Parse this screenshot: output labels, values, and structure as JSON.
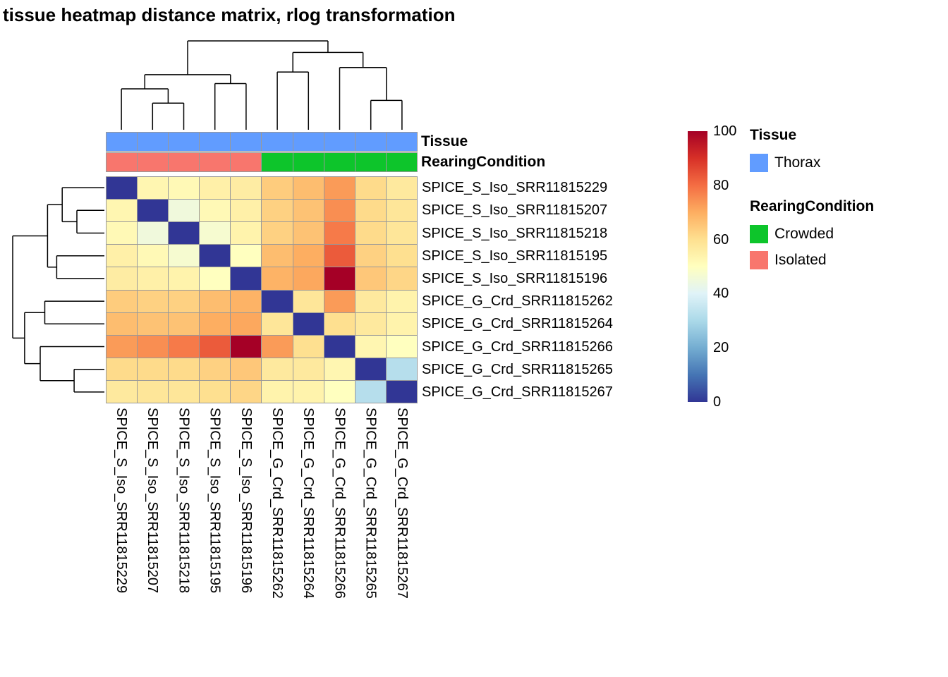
{
  "title": "tissue heatmap distance matrix, rlog transformation",
  "chart_data": {
    "type": "heatmap",
    "title": "tissue heatmap distance matrix, rlog transformation",
    "row_labels": [
      "SPICE_S_Iso_SRR11815229",
      "SPICE_S_Iso_SRR11815207",
      "SPICE_S_Iso_SRR11815218",
      "SPICE_S_Iso_SRR11815195",
      "SPICE_S_Iso_SRR11815196",
      "SPICE_G_Crd_SRR11815262",
      "SPICE_G_Crd_SRR11815264",
      "SPICE_G_Crd_SRR11815266",
      "SPICE_G_Crd_SRR11815265",
      "SPICE_G_Crd_SRR11815267"
    ],
    "col_labels": [
      "SPICE_S_Iso_SRR11815229",
      "SPICE_S_Iso_SRR11815207",
      "SPICE_S_Iso_SRR11815218",
      "SPICE_S_Iso_SRR11815195",
      "SPICE_S_Iso_SRR11815196",
      "SPICE_G_Crd_SRR11815262",
      "SPICE_G_Crd_SRR11815264",
      "SPICE_G_Crd_SRR11815266",
      "SPICE_G_Crd_SRR11815265",
      "SPICE_G_Crd_SRR11815267"
    ],
    "matrix": [
      [
        0,
        53,
        52,
        55,
        56,
        64,
        67,
        73,
        61,
        57
      ],
      [
        53,
        0,
        45,
        52,
        55,
        63,
        66,
        75,
        61,
        58
      ],
      [
        52,
        45,
        0,
        47,
        54,
        63,
        66,
        78,
        61,
        58
      ],
      [
        55,
        52,
        47,
        0,
        50,
        67,
        70,
        83,
        63,
        60
      ],
      [
        56,
        55,
        54,
        50,
        0,
        69,
        71,
        100,
        65,
        62
      ],
      [
        64,
        63,
        63,
        67,
        69,
        0,
        58,
        73,
        57,
        54
      ],
      [
        67,
        66,
        66,
        70,
        71,
        58,
        0,
        60,
        57,
        54
      ],
      [
        73,
        75,
        78,
        83,
        100,
        73,
        60,
        0,
        53,
        50
      ],
      [
        61,
        61,
        61,
        63,
        65,
        57,
        57,
        53,
        0,
        32
      ],
      [
        57,
        58,
        58,
        60,
        62,
        54,
        54,
        50,
        32,
        0
      ]
    ],
    "color_scale": {
      "min": 0,
      "max": 100,
      "stops": [
        {
          "v": 0,
          "c": "#313695"
        },
        {
          "v": 10,
          "c": "#4575B4"
        },
        {
          "v": 20,
          "c": "#74ADD1"
        },
        {
          "v": 30,
          "c": "#ABD9E9"
        },
        {
          "v": 40,
          "c": "#E0F3F8"
        },
        {
          "v": 50,
          "c": "#FFFFBF"
        },
        {
          "v": 60,
          "c": "#FEE090"
        },
        {
          "v": 70,
          "c": "#FDAE61"
        },
        {
          "v": 80,
          "c": "#F46D43"
        },
        {
          "v": 90,
          "c": "#D73027"
        },
        {
          "v": 100,
          "c": "#A50026"
        }
      ]
    },
    "colorbar_ticks": [
      0,
      20,
      40,
      60,
      80,
      100
    ],
    "annotations": {
      "tissue": {
        "label": "Tissue",
        "values": [
          "Thorax",
          "Thorax",
          "Thorax",
          "Thorax",
          "Thorax",
          "Thorax",
          "Thorax",
          "Thorax",
          "Thorax",
          "Thorax"
        ]
      },
      "rearing": {
        "label": "RearingCondition",
        "values": [
          "Isolated",
          "Isolated",
          "Isolated",
          "Isolated",
          "Isolated",
          "Crowded",
          "Crowded",
          "Crowded",
          "Crowded",
          "Crowded"
        ]
      }
    },
    "annotation_colors": {
      "Thorax": "#619CFF",
      "Crowded": "#0DC52B",
      "Isolated": "#F8766D"
    },
    "legend": {
      "position": "right",
      "tissue": {
        "title": "Tissue",
        "items": [
          {
            "label": "Thorax",
            "color": "#619CFF"
          }
        ]
      },
      "rearing": {
        "title": "RearingCondition",
        "items": [
          {
            "label": "Crowded",
            "color": "#0DC52B"
          },
          {
            "label": "Isolated",
            "color": "#F8766D"
          }
        ]
      }
    },
    "grid_border_color": "#999999",
    "col_dendrogram": {
      "h": 1.0,
      "c": [
        {
          "h": 0.62,
          "c": [
            {
              "h": 0.46,
              "c": [
                {
                  "leaf": 0
                },
                {
                  "h": 0.3,
                  "c": [
                    {
                      "leaf": 1
                    },
                    {
                      "leaf": 2
                    }
                  ]
                }
              ]
            },
            {
              "h": 0.52,
              "c": [
                {
                  "leaf": 3
                },
                {
                  "leaf": 4
                }
              ]
            }
          ]
        },
        {
          "h": 0.87,
          "c": [
            {
              "h": 0.65,
              "c": [
                {
                  "leaf": 5
                },
                {
                  "leaf": 6
                }
              ]
            },
            {
              "h": 0.7,
              "c": [
                {
                  "leaf": 7
                },
                {
                  "h": 0.33,
                  "c": [
                    {
                      "leaf": 8
                    },
                    {
                      "leaf": 9
                    }
                  ]
                }
              ]
            }
          ]
        }
      ]
    },
    "row_dendrogram": {
      "h": 1.0,
      "c": [
        {
          "h": 0.62,
          "c": [
            {
              "h": 0.46,
              "c": [
                {
                  "leaf": 0
                },
                {
                  "h": 0.3,
                  "c": [
                    {
                      "leaf": 1
                    },
                    {
                      "leaf": 2
                    }
                  ]
                }
              ]
            },
            {
              "h": 0.52,
              "c": [
                {
                  "leaf": 3
                },
                {
                  "leaf": 4
                }
              ]
            }
          ]
        },
        {
          "h": 0.87,
          "c": [
            {
              "h": 0.65,
              "c": [
                {
                  "leaf": 5
                },
                {
                  "leaf": 6
                }
              ]
            },
            {
              "h": 0.7,
              "c": [
                {
                  "leaf": 7
                },
                {
                  "h": 0.33,
                  "c": [
                    {
                      "leaf": 8
                    },
                    {
                      "leaf": 9
                    }
                  ]
                }
              ]
            }
          ]
        }
      ]
    }
  }
}
